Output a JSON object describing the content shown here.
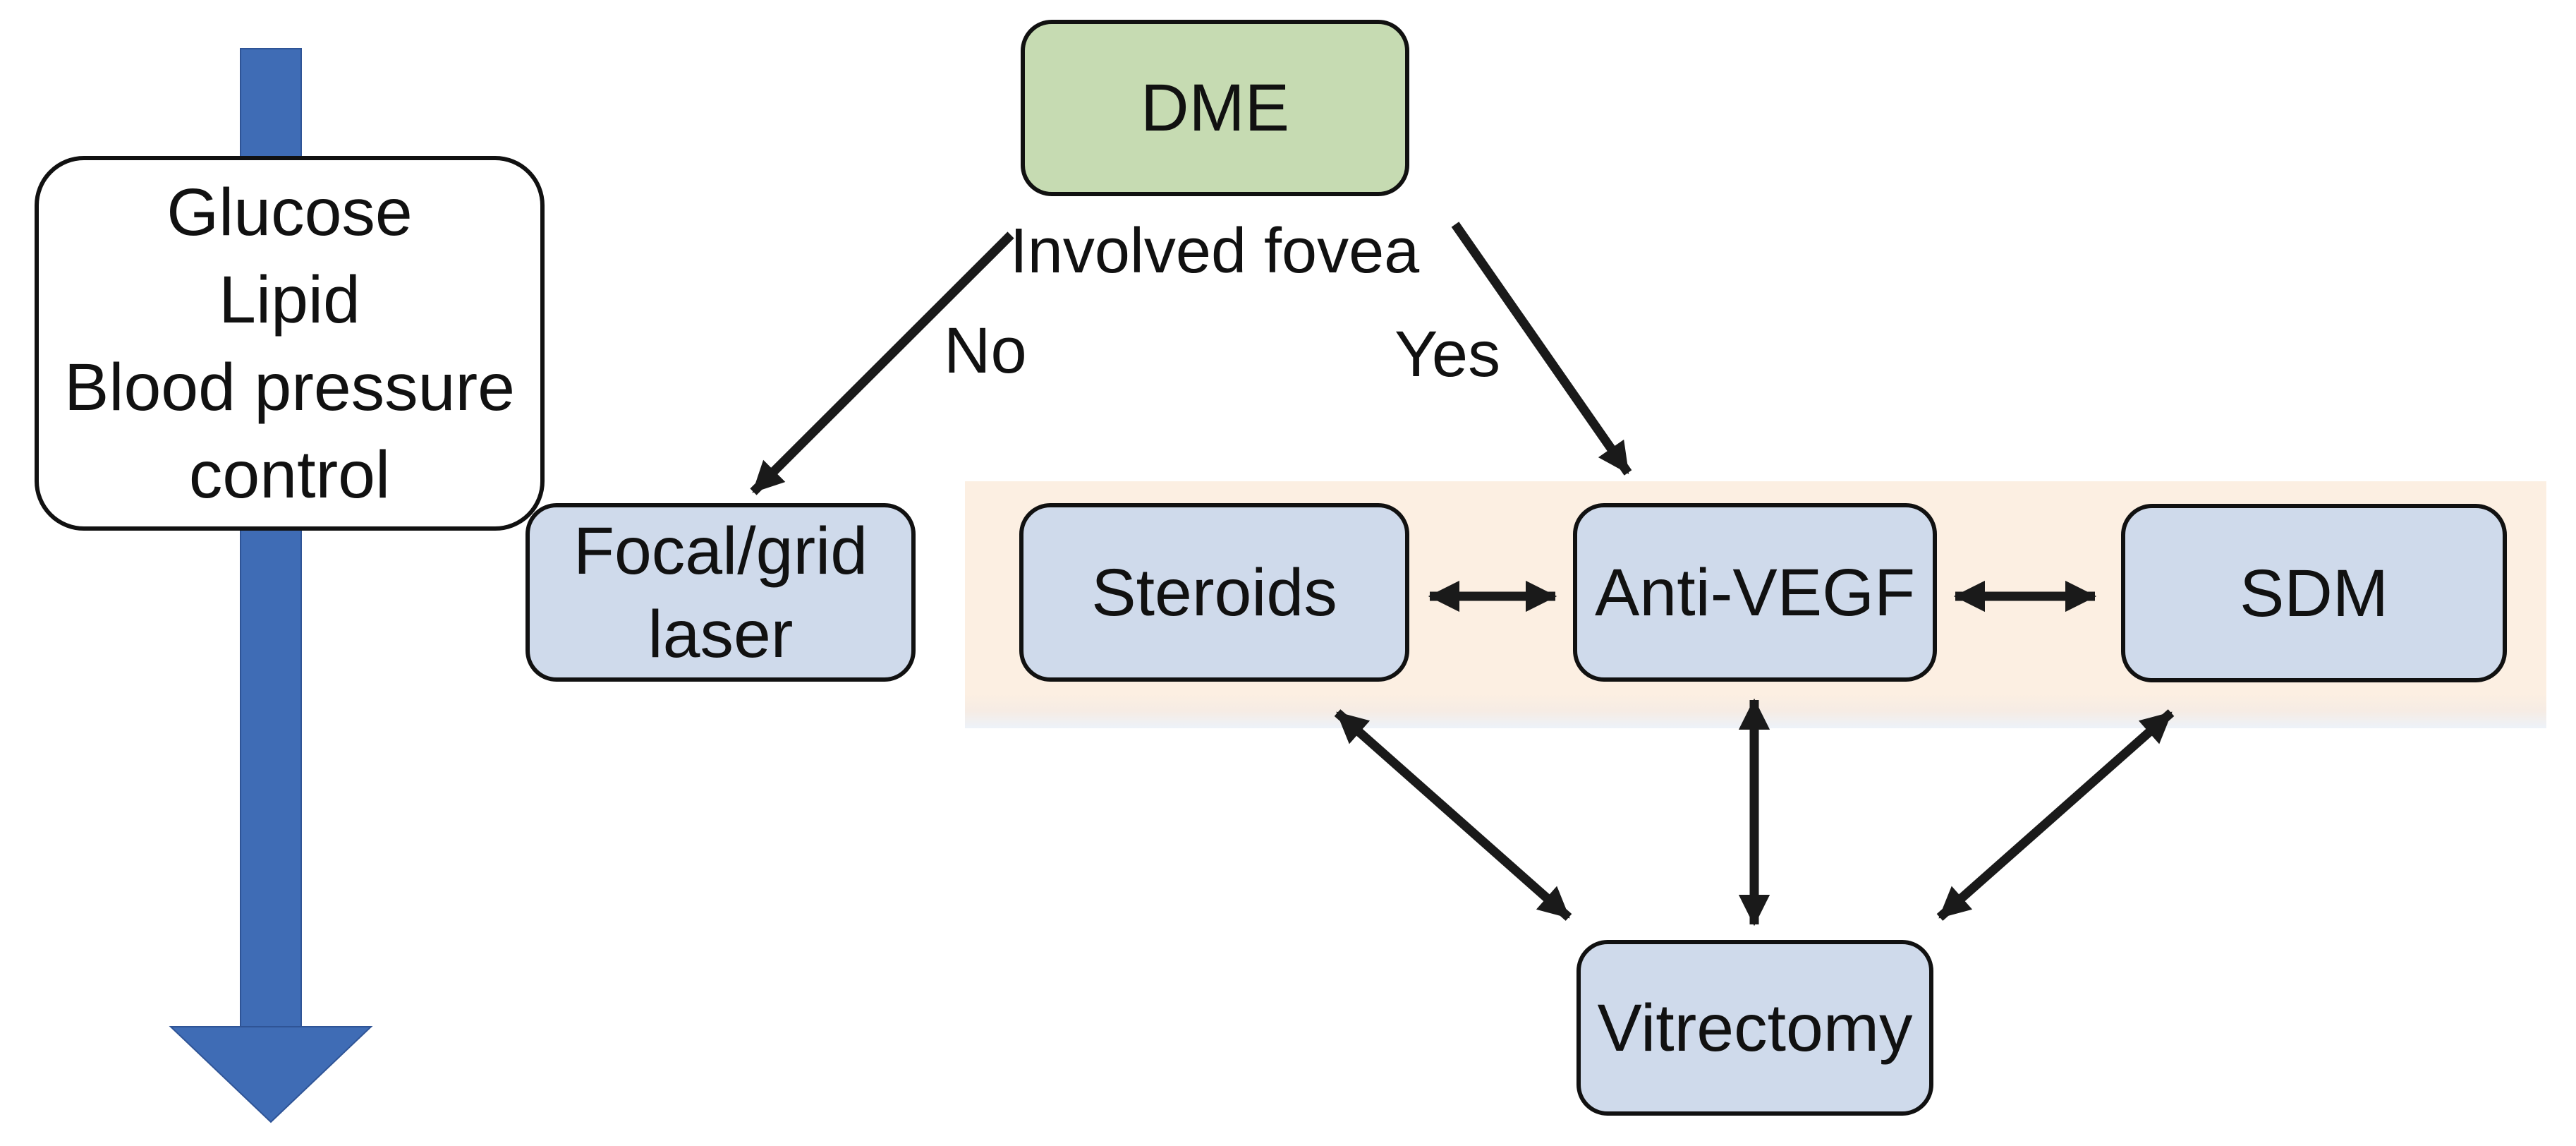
{
  "diagram": {
    "title_hint": "DME treatment flowchart",
    "control_box": {
      "lines": [
        "Glucose",
        "Lipid",
        "Blood pressure",
        "control"
      ]
    },
    "nodes": {
      "dme": {
        "label": "DME"
      },
      "focal": {
        "line1": "Focal/grid",
        "line2": "laser"
      },
      "steroids": {
        "label": "Steroids"
      },
      "anti_vegf": {
        "label": "Anti-VEGF"
      },
      "sdm": {
        "label": "SDM"
      },
      "vitrectomy": {
        "label": "Vitrectomy"
      }
    },
    "labels": {
      "involved_fovea": "Involved fovea",
      "no": "No",
      "yes": "Yes"
    },
    "edges": [
      {
        "from": "dme",
        "to": "focal",
        "label": "No",
        "type": "single"
      },
      {
        "from": "dme",
        "to": "anti_vegf",
        "label": "Yes",
        "type": "single"
      },
      {
        "from": "steroids",
        "to": "anti_vegf",
        "type": "double"
      },
      {
        "from": "anti_vegf",
        "to": "sdm",
        "type": "double"
      },
      {
        "from": "steroids",
        "to": "vitrectomy",
        "type": "double"
      },
      {
        "from": "anti_vegf",
        "to": "vitrectomy",
        "type": "double"
      },
      {
        "from": "sdm",
        "to": "vitrectomy",
        "type": "double"
      },
      {
        "from": "glucose-lipid-bp-control",
        "to": "down",
        "type": "big-blue-arrow"
      }
    ]
  },
  "colors": {
    "background": "#ffffff",
    "dme_fill": "#c6dbb2",
    "node_fill": "#cfdaeb",
    "band_fill": "#fcefe2",
    "big_arrow": "#3f6cb5",
    "edge_color": "#1a1a1a",
    "border": "#111111",
    "text": "#111111"
  }
}
